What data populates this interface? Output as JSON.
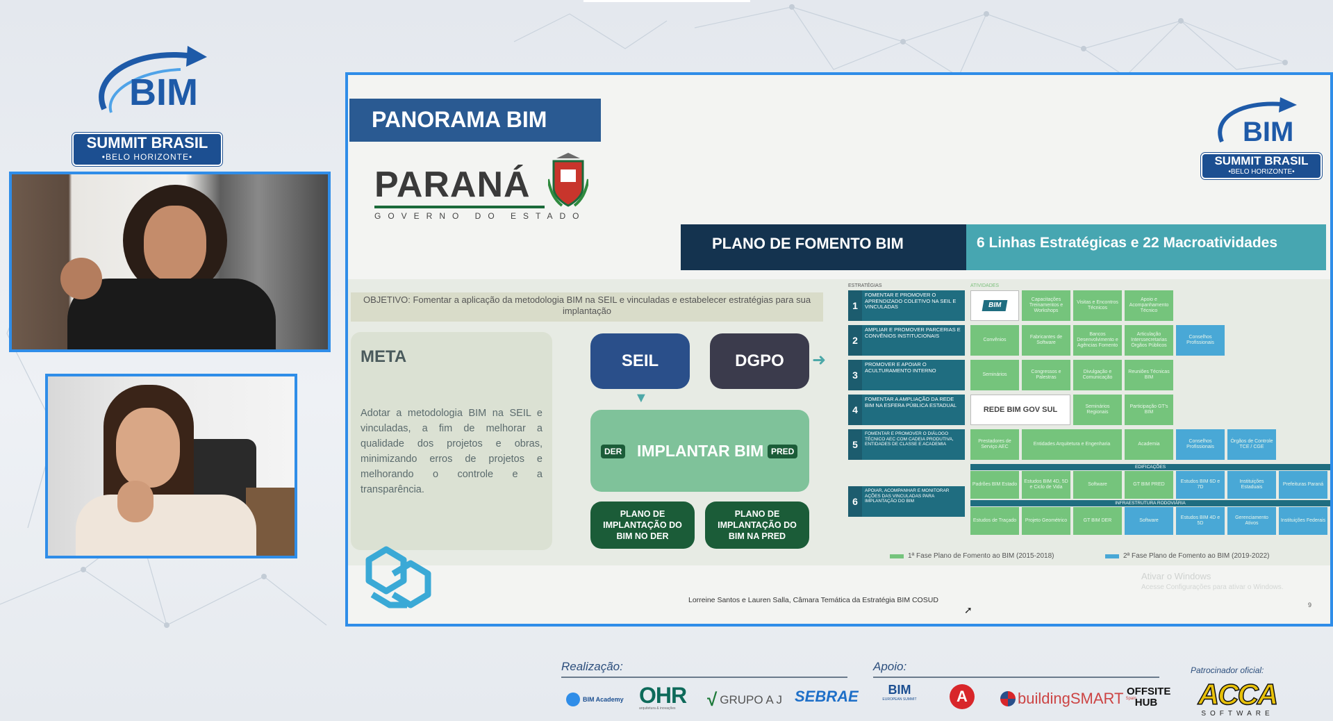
{
  "event": {
    "logo_text": "BIM",
    "title": "SUMMIT BRASIL",
    "subtitle": "•BELO HORIZONTE•"
  },
  "slide": {
    "header": "PANORAMA BIM",
    "parana": {
      "name": "PARANÁ",
      "tagline": "GOVERNO DO ESTADO"
    },
    "logo": {
      "text": "BIM",
      "title": "SUMMIT BRASIL",
      "subtitle": "•BELO HORIZONTE•"
    },
    "plan_title": "PLANO DE FOMENTO BIM",
    "plan_subtitle": "6 Linhas Estratégicas e 22 Macroatividades",
    "objective": "OBJETIVO: Fomentar a aplicação da metodologia BIM na SEIL e vinculadas e estabelecer estratégias para sua implantação",
    "meta_title": "META",
    "meta_text": "Adotar a metodologia BIM na SEIL e vinculadas, a fim de melhorar a qualidade dos projetos e obras, minimizando erros de projetos e melhorando o controle e a transparência.",
    "flow": {
      "seil": "SEIL",
      "dgpo": "DGPO",
      "implantar": "IMPLANTAR BIM",
      "der_tag": "DER",
      "pred_tag": "PRED",
      "plano_der": "PLANO DE IMPLANTAÇÃO DO BIM NO DER",
      "plano_pred": "PLANO DE IMPLANTAÇÃO DO BIM NA PRED"
    },
    "strategies_label": "ESTRATÉGIAS",
    "activities_label": "ATIVIDADES",
    "strategies": [
      {
        "num": "1",
        "text": "Fomentar e promover o aprendizado coletivo na SEIL e vinculadas"
      },
      {
        "num": "2",
        "text": "Ampliar e promover parcerias e convênios institucionais"
      },
      {
        "num": "3",
        "text": "Promover e apoiar o aculturamento interno"
      },
      {
        "num": "4",
        "text": "Fomentar a ampliação da rede BIM na esfera pública estadual"
      },
      {
        "num": "5",
        "text": "Fomentar e promover o diálogo técnico AEC com cadeia produtiva, entidades de classe e academia"
      },
      {
        "num": "6",
        "text": "Apoiar, acompanhar e monitorar ações das vinculadas para implantação do BIM"
      }
    ],
    "activities": {
      "r1": [
        "BIM",
        "Capacitações Treinamentos e Workshops",
        "Visitas e Encontros Técnicos",
        "Apoio e Acompanhamento Técnico"
      ],
      "r2": [
        "Convênios",
        "Fabricantes de Software",
        "Bancos Desenvolvimento e Agências Fomento",
        "Articulação Interssecretarias Órgãos Públicos",
        "Conselhos Profissionais"
      ],
      "r3": [
        "Seminários",
        "Congressos e Palestras",
        "Divulgação e Comunicação",
        "Reuniões Técnicas BIM"
      ],
      "r4": [
        "REDE BIM GOV SUL",
        "Seminários Regionais",
        "Participação GT's BIM"
      ],
      "r5": [
        "Prestadores de Serviço AEC",
        "Entidades Arquitetura e Engenharia",
        "Academia",
        "Conselhos Profissionais",
        "Órgãos de Controle TCE / CGE"
      ],
      "edif_label": "EDIFICAÇÕES",
      "r6a": [
        "Padrões BIM Estado",
        "Estudos BIM 4D, 5D e Ciclo de Vida",
        "Software",
        "GT BIM PRED",
        "Estudos BIM 6D e 7D",
        "Instituições Estaduais",
        "Prefeituras Paraná"
      ],
      "infra_label": "INFRAESTRUTURA RODOVIÁRIA",
      "r6b": [
        "Estudos de Traçado",
        "Projeto Geométrico",
        "GT BIM DER",
        "Software",
        "Estudos BIM 4D e 5D",
        "Gerenciamento Ativos",
        "Instituições Federais"
      ]
    },
    "legend": [
      {
        "label": "1ª Fase Plano de Fomento ao BIM (2015-2018)",
        "color": "#75c47c"
      },
      {
        "label": "2ª Fase Plano de Fomento ao BIM (2019-2022)",
        "color": "#49a8d6"
      }
    ],
    "footer_credit": "Lorreine Santos e Lauren Salla, Câmara Temática da Estratégia BIM COSUD",
    "watermark_title": "Ativar o Windows",
    "watermark_sub": "Acesse Configurações para ativar o Windows.",
    "page_num": "9"
  },
  "footer": {
    "realizacao": "Realização:",
    "apoio": "Apoio:",
    "patrocinador": "Patrocinador oficial:",
    "realizacao_logos": [
      "BIM Academy",
      "OHR",
      "GRUPO A J",
      "SEBRAE"
    ],
    "ohr_sub": "arquitetura & inovações",
    "apoio_logos": [
      "BIM",
      "buildingSMART",
      "OFFSITE HUB"
    ],
    "bim_sub": "EUROPEAN SUMMIT",
    "bsmart_sub": "Spain",
    "acca": "ACCA",
    "acca_sub": "SOFTWARE"
  },
  "colors": {
    "accent_blue": "#2f8de8",
    "navy": "#1c4f91",
    "teal": "#1f6d80",
    "green": "#75c47c"
  }
}
